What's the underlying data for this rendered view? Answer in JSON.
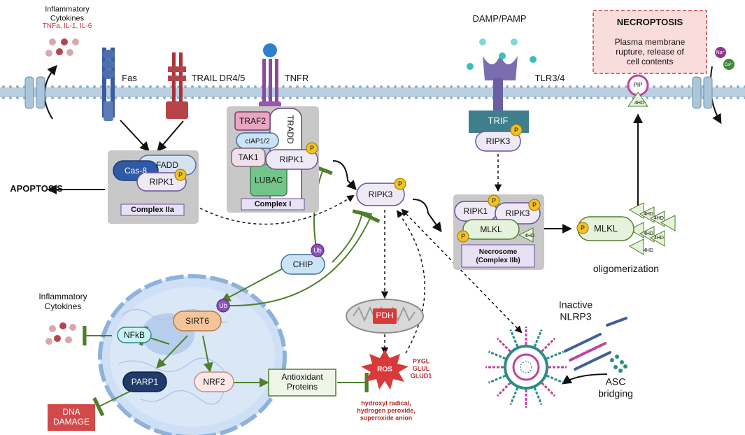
{
  "top": {
    "inflammatory_title": "Inflammatory\nCytokines",
    "inflammatory_list": "TNFa, IL-1, IL-6",
    "fas": "Fas",
    "trail": "TRAIL DR4/5",
    "tnfr": "TNFR",
    "damp": "DAMP/PAMP",
    "tlr": "TLR3/4",
    "pip": "PIP",
    "na": "Na⁺",
    "ca": "Ca²⁺"
  },
  "necroptosis": {
    "title": "NECROPTOSIS",
    "desc": "Plasma membrane\nrupture, release of\ncell contents"
  },
  "complex_i": {
    "traf2": "TRAF2",
    "tradd": "TRADD",
    "ciap": "cIAP1/2",
    "tak1": "TAK1",
    "ripk1": "RIPK1",
    "lubac": "LUBAC",
    "label": "Complex I"
  },
  "complex_iia": {
    "cas8": "Cas-8",
    "fadd": "FADD",
    "ripk1": "RIPK1",
    "label": "Complex IIa"
  },
  "apoptosis": "APOPTOSIS",
  "trif": "TRIF",
  "ripk3_trif": "RIPK3",
  "ripk3_center": "RIPK3",
  "necrosome": {
    "ripk1": "RIPK1",
    "ripk3": "RIPK3",
    "mlkl": "MLKL",
    "hd": "4HD",
    "label": "Necrosome\n(Complex IIb)"
  },
  "oligomer": {
    "mlkl": "MLKL",
    "hd": "4HD",
    "label": "oligomerization"
  },
  "p": "P",
  "ub": "Ub",
  "chip": "CHIP",
  "nucleus": {
    "inflammatory": "Inflammatory\nCytokines",
    "nfkb": "NFkB",
    "sirt6": "SIRT6",
    "parp1": "PARP1",
    "nrf2": "NRF2",
    "dna_damage": "DNA\nDAMAGE"
  },
  "antioxidant": "Antioxidant\nProteins",
  "pdh": "PDH",
  "ros": {
    "label": "ROS",
    "enzymes": "PYGL\nGLUL\nGLUD1",
    "species": "hydroxyl radical,\nhydrogen peroxide,\nsuperoxide anion"
  },
  "nlrp3": {
    "inactive": "Inactive\nNLRP3",
    "asc": "ASC\nbridging"
  },
  "colors": {
    "membrane": "#b9cfe2",
    "membrane_dot": "#7f9fbd",
    "arrow_green": "#4f7f2a",
    "ros_red": "#d83a3a",
    "dna_red": "#d14a49",
    "nec_box": "#f9dcdc",
    "nec_border": "#c04646",
    "complex_gray": "#c8c8c8",
    "nucleus": "#cfe0f6"
  }
}
